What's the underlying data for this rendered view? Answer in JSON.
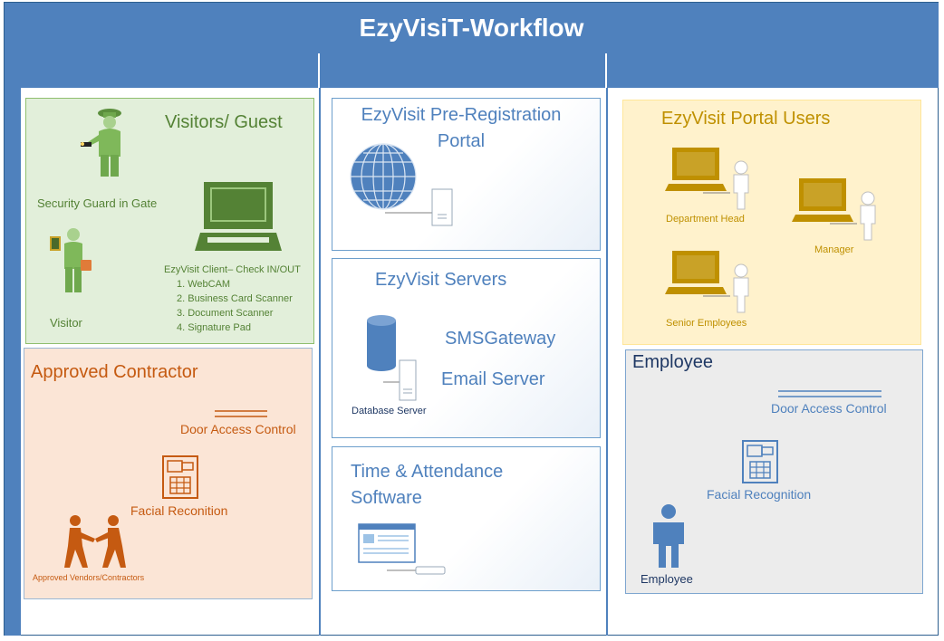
{
  "title": "EzyVisiT-Workflow",
  "visitors": {
    "heading": "Visitors/ Guest",
    "security_label": "Security Guard in Gate",
    "visitor_label": "Visitor",
    "client_title": "EzyVisit Client– Check IN/OUT",
    "client_items": [
      "1. WebCAM",
      "2. Business Card Scanner",
      "3. Document Scanner",
      "4. Signature Pad"
    ]
  },
  "contractor": {
    "heading": "Approved Contractor",
    "door_label": "Door Access Control",
    "facial_label": "Facial Reconition",
    "vendors_label": "Approved Vendors/Contractors"
  },
  "preregistration": {
    "heading_line1": "EzyVisit Pre-Registration",
    "heading_line2": "Portal"
  },
  "servers": {
    "heading": "EzyVisit Servers",
    "sms": "SMSGateway",
    "email": "Email Server",
    "db_label": "Database Server"
  },
  "attendance": {
    "heading_line1": "Time & Attendance",
    "heading_line2": "Software"
  },
  "portal_users": {
    "heading": "EzyVisit Portal Users",
    "dept_head": "Department Head",
    "manager": "Manager",
    "senior": "Senior Employees"
  },
  "employee": {
    "heading": "Employee",
    "door_label": "Door Access Control",
    "facial_label": "Facial Recognition",
    "employee_label": "Employee"
  },
  "colors": {
    "title_bg": "#4f81bd",
    "green_fill": "#e2efda",
    "green_text": "#548235",
    "orange_fill": "#fbe5d6",
    "orange_text": "#c55a11",
    "yellow_fill": "#fff2cc",
    "gold_text": "#bf9000",
    "gray_fill": "#ececec",
    "blue_text": "#4f81bd"
  }
}
